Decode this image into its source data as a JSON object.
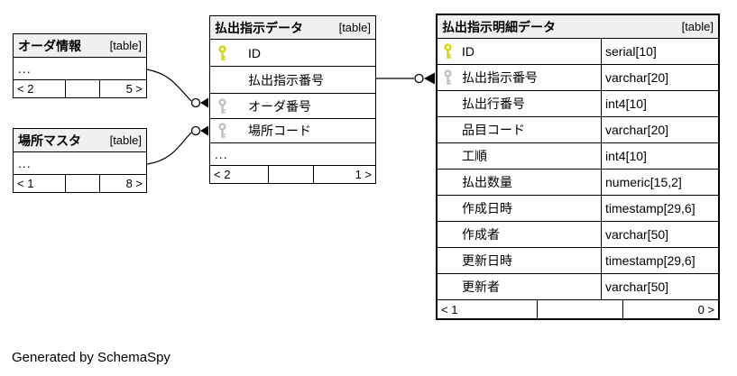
{
  "diagram": {
    "generator_note": "Generated by SchemaSpy",
    "colors": {
      "header_bg": "#f0f0f0",
      "primary_key": "#d2d803",
      "foreign_key": "#c0c0c0",
      "border": "#000000",
      "background": "#ffffff"
    }
  },
  "tables": {
    "order_info": {
      "title": "オーダ情報",
      "tag": "[table]",
      "ellipsis": "...",
      "footer": {
        "left": "< 2",
        "middle": "",
        "right": "5 >"
      }
    },
    "location_master": {
      "title": "場所マスタ",
      "tag": "[table]",
      "ellipsis": "...",
      "footer": {
        "left": "< 1",
        "middle": "",
        "right": "8 >"
      }
    },
    "payout_instruction": {
      "title": "払出指示データ",
      "tag": "[table]",
      "columns": [
        {
          "name": "ID",
          "key": "primary"
        },
        {
          "name": "払出指示番号",
          "key": "none"
        },
        {
          "name": "オーダ番号",
          "key": "foreign"
        },
        {
          "name": "場所コード",
          "key": "foreign"
        }
      ],
      "ellipsis": "...",
      "footer": {
        "left": "< 2",
        "middle": "",
        "right": "1 >"
      }
    },
    "payout_instruction_detail": {
      "title": "払出指示明細データ",
      "tag": "[table]",
      "columns": [
        {
          "name": "ID",
          "type": "serial[10]",
          "key": "primary"
        },
        {
          "name": "払出指示番号",
          "type": "varchar[20]",
          "key": "foreign"
        },
        {
          "name": "払出行番号",
          "type": "int4[10]",
          "key": "none"
        },
        {
          "name": "品目コード",
          "type": "varchar[20]",
          "key": "none"
        },
        {
          "name": "工順",
          "type": "int4[10]",
          "key": "none"
        },
        {
          "name": "払出数量",
          "type": "numeric[15,2]",
          "key": "none"
        },
        {
          "name": "作成日時",
          "type": "timestamp[29,6]",
          "key": "none"
        },
        {
          "name": "作成者",
          "type": "varchar[50]",
          "key": "none"
        },
        {
          "name": "更新日時",
          "type": "timestamp[29,6]",
          "key": "none"
        },
        {
          "name": "更新者",
          "type": "varchar[50]",
          "key": "none"
        }
      ],
      "footer": {
        "left": "< 1",
        "middle": "",
        "right": "0 >"
      }
    }
  }
}
